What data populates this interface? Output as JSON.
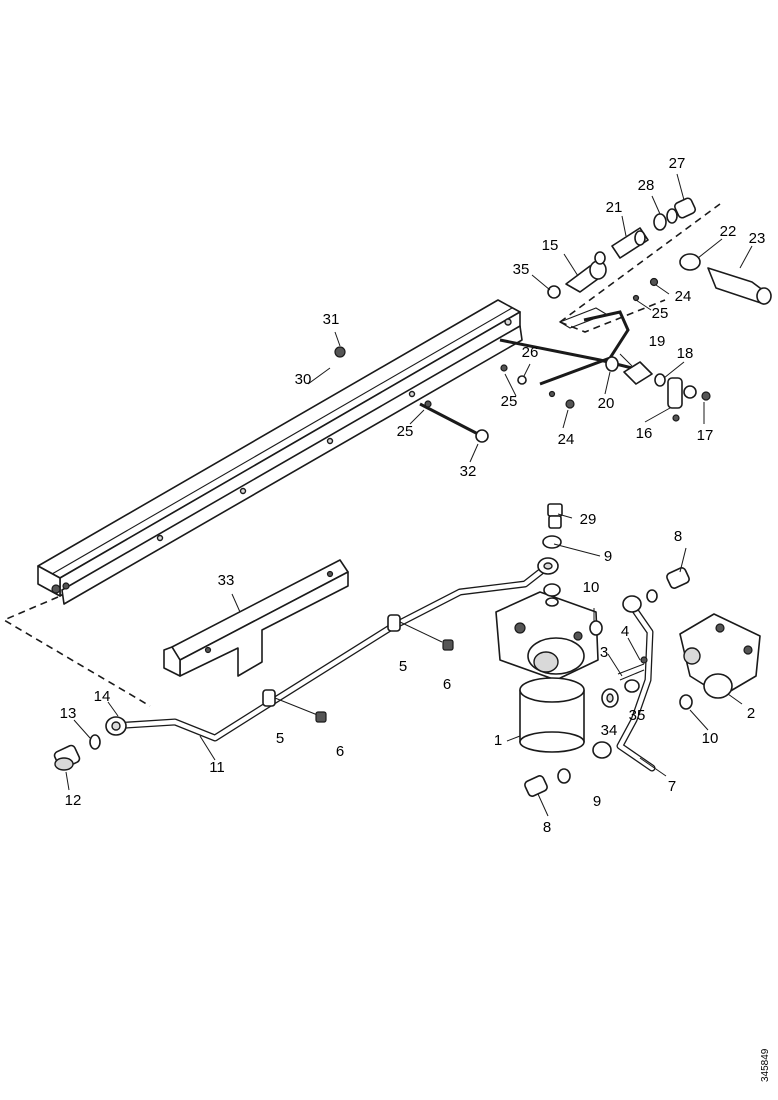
{
  "doc_number": "345849",
  "callouts": {
    "c1": "1",
    "c2": "2",
    "c3": "3",
    "c4": "4",
    "c5a": "5",
    "c5b": "5",
    "c6a": "6",
    "c6b": "6",
    "c7": "7",
    "c8a": "8",
    "c8b": "8",
    "c9a": "9",
    "c9b": "9",
    "c10a": "10",
    "c10b": "10",
    "c11": "11",
    "c12": "12",
    "c13": "13",
    "c14": "14",
    "c15": "15",
    "c16": "16",
    "c17": "17",
    "c18": "18",
    "c19": "19",
    "c20": "20",
    "c21": "21",
    "c22": "22",
    "c23": "23",
    "c24a": "24",
    "c24b": "24",
    "c25a": "25",
    "c25b": "25",
    "c25c": "25",
    "c26": "26",
    "c27": "27",
    "c28": "28",
    "c29": "29",
    "c30": "30",
    "c31": "31",
    "c32": "32",
    "c33": "33",
    "c34": "34",
    "c35a": "35",
    "c35b": "35"
  }
}
